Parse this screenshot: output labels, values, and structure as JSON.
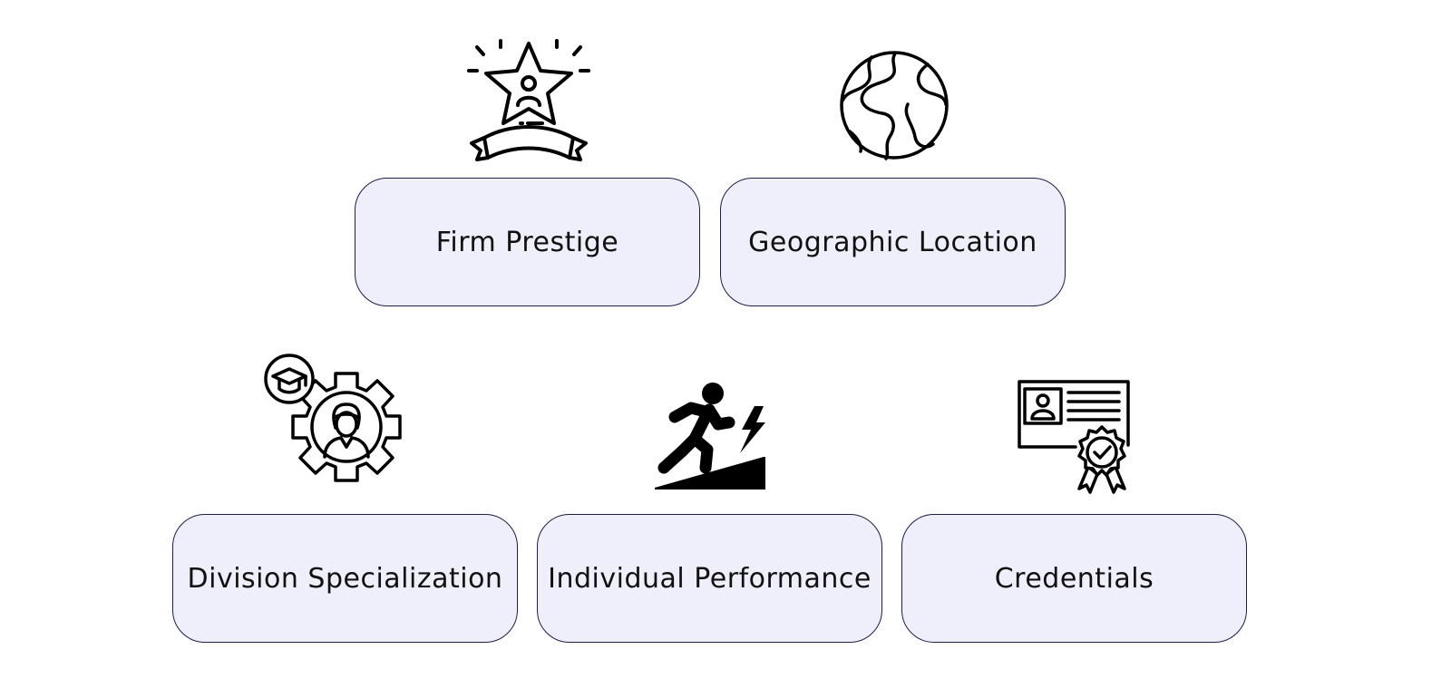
{
  "colors": {
    "card_fill": "#efeefb",
    "card_border": "#1b1f4a",
    "icon": "#000000",
    "text": "#111111"
  },
  "cards": [
    {
      "label": "Firm Prestige",
      "icon": "star-award-icon"
    },
    {
      "label": "Geographic Location",
      "icon": "globe-icon"
    },
    {
      "label": "Division Specialization",
      "icon": "gear-graduate-icon"
    },
    {
      "label": "Individual Performance",
      "icon": "runner-uphill-icon"
    },
    {
      "label": "Credentials",
      "icon": "certificate-icon"
    }
  ]
}
